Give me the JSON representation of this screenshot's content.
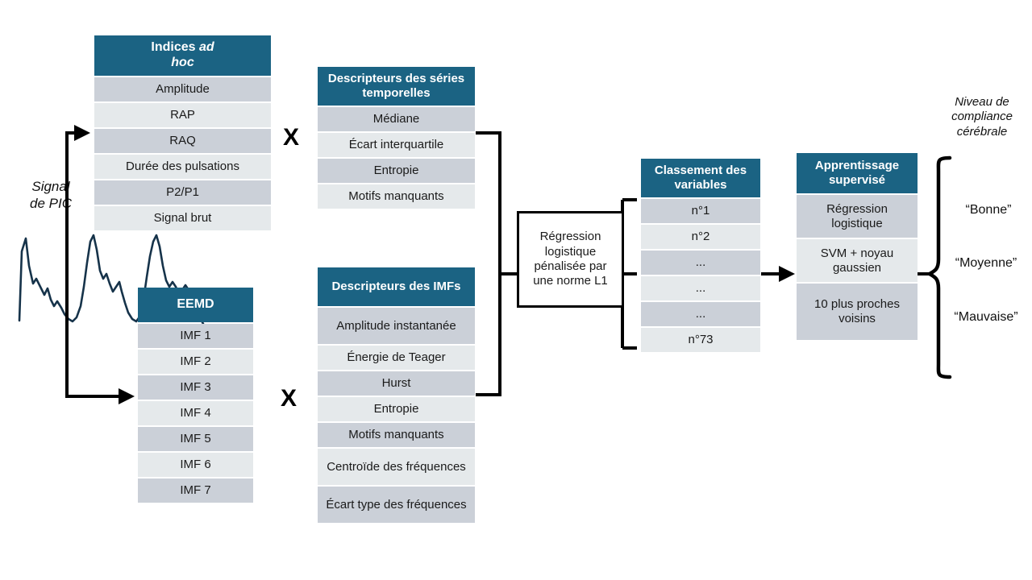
{
  "theme": {
    "header_bg": "#1B6383",
    "row_dark": "#CBD0D8",
    "row_light": "#E5E9EB",
    "line": "#000000",
    "signal": "#16334A"
  },
  "signal": {
    "label": "Signal\nde PIC",
    "icon": "icp-waveform"
  },
  "adhoc": {
    "title_line1": "Indices ",
    "title_italic1": "ad",
    "title_italic2": "hoc",
    "title_plain": "Indices ad hoc",
    "rows": [
      "Amplitude",
      "RAP",
      "RAQ",
      "Durée des pulsations",
      "P2/P1",
      "Signal brut"
    ]
  },
  "eemd": {
    "title": "EEMD",
    "rows": [
      "IMF 1",
      "IMF 2",
      "IMF 3",
      "IMF 4",
      "IMF 5",
      "IMF 6",
      "IMF 7"
    ]
  },
  "ts_desc": {
    "title": "Descripteurs des séries temporelles",
    "rows": [
      "Médiane",
      "Écart interquartile",
      "Entropie",
      "Motifs manquants"
    ]
  },
  "imf_desc": {
    "title": "Descripteurs des IMFs",
    "rows": [
      "Amplitude instantanée",
      "Énergie de Teager",
      "Hurst",
      "Entropie",
      "Motifs manquants",
      "Centroïde des fréquences",
      "Écart type des fréquences"
    ]
  },
  "regression": {
    "text": "Régression logistique pénalisée par une norme L1"
  },
  "ranking": {
    "title": "Classement des variables",
    "rows": [
      "n°1",
      "n°2",
      "...",
      "...",
      "...",
      "n°73"
    ]
  },
  "supervised": {
    "title": "Apprentissage supervisé",
    "rows": [
      "Régression logistique",
      "SVM + noyau gaussien",
      "10 plus proches voisins"
    ]
  },
  "outcome": {
    "title": "Niveau de compliance cérébrale",
    "labels": [
      "“Bonne”",
      "“Moyenne”",
      "“Mauvaise”"
    ]
  },
  "operators": {
    "cross_top": "X",
    "cross_bottom": "X"
  }
}
